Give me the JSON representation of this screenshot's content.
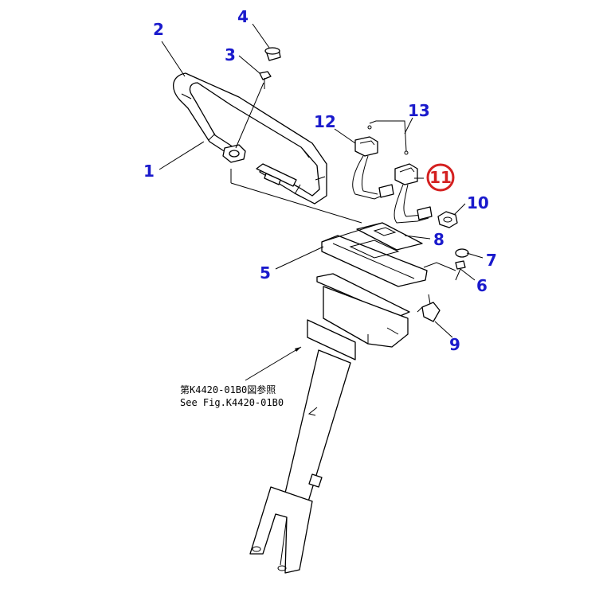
{
  "callouts": [
    {
      "id": "1",
      "label": "1"
    },
    {
      "id": "2",
      "label": "2"
    },
    {
      "id": "3",
      "label": "3"
    },
    {
      "id": "4",
      "label": "4"
    },
    {
      "id": "5",
      "label": "5"
    },
    {
      "id": "6",
      "label": "6"
    },
    {
      "id": "7",
      "label": "7"
    },
    {
      "id": "8",
      "label": "8"
    },
    {
      "id": "9",
      "label": "9"
    },
    {
      "id": "10",
      "label": "10"
    },
    {
      "id": "11",
      "label": "11",
      "highlighted": true
    },
    {
      "id": "12",
      "label": "12"
    },
    {
      "id": "13",
      "label": "13"
    }
  ],
  "reference_note": {
    "line1": "第K4420-01B0図参照",
    "line2": "See Fig.K4420-01B0"
  },
  "colors": {
    "callout_text": "#1a1acc",
    "highlight_ring": "#d42020",
    "highlight_text": "#d42020",
    "linework": "#000000"
  }
}
